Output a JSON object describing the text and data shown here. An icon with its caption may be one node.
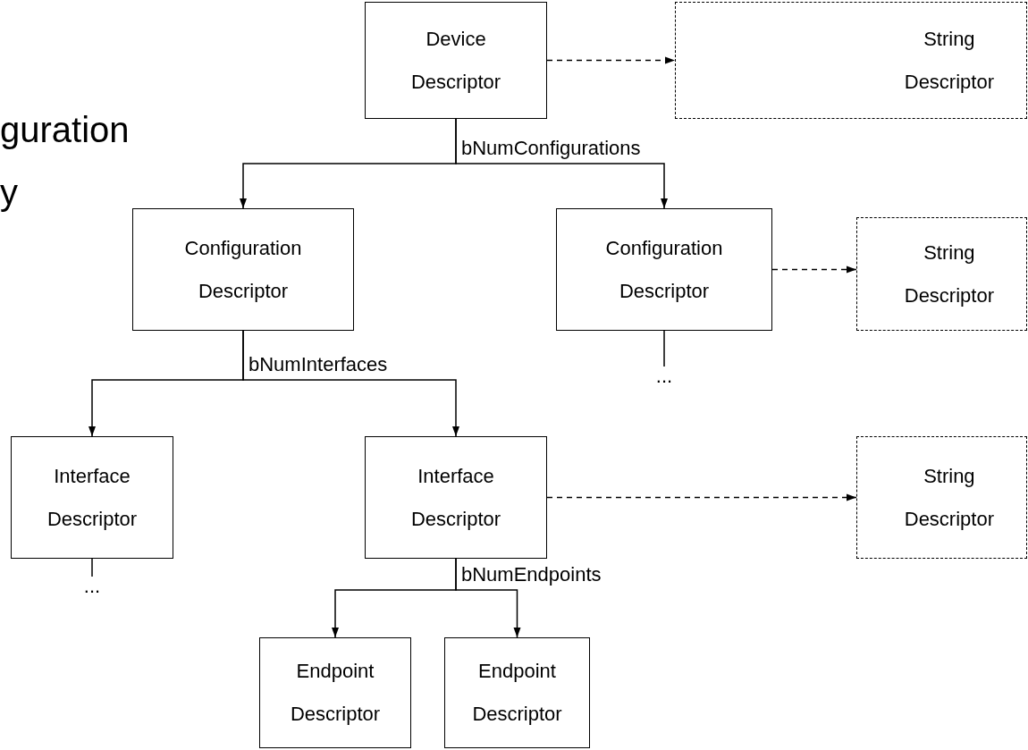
{
  "diagram": {
    "nodes": [
      {
        "text": [
          "Device Descriptor"
        ]
      },
      {
        "text": [
          "String Descriptor"
        ]
      },
      {
        "text": [
          "Configuration Descriptor"
        ]
      },
      {
        "text": [
          "Configuration Descriptor"
        ]
      },
      {
        "text": [
          "String Descriptor"
        ]
      },
      {
        "text": [
          "Interface Descriptor"
        ]
      },
      {
        "text": [
          "Interface Descriptor"
        ]
      },
      {
        "text": [
          "String Descriptor"
        ]
      },
      {
        "text": [
          "Endpoint Descriptor"
        ]
      },
      {
        "text": [
          "Endpoint Descriptor"
        ]
      },
      {
        "text": [
          "..."
        ]
      },
      {
        "text": [
          "..."
        ]
      }
    ],
    "edges": [
      {
        "from": 0,
        "to": 1,
        "arrow": "to",
        "style": "dashed"
      },
      {
        "from": 0,
        "to": 2,
        "arrow": "to",
        "label": "bNumConfigurations"
      },
      {
        "from": 0,
        "to": 3,
        "arrow": "to"
      },
      {
        "from": 3,
        "to": 4,
        "arrow": "to",
        "style": "dashed"
      },
      {
        "from": 2,
        "to": 5,
        "arrow": "to",
        "label": "bNumInterfaces"
      },
      {
        "from": 2,
        "to": 6,
        "arrow": "to"
      },
      {
        "from": 3,
        "to": 10,
        "arrow": "none"
      },
      {
        "from": 6,
        "to": 7,
        "arrow": "to",
        "style": "dashed"
      },
      {
        "from": 5,
        "to": 11,
        "arrow": "none"
      },
      {
        "from": 6,
        "to": 8,
        "arrow": "to",
        "label": "bNumEndpoints"
      },
      {
        "from": 6,
        "to": 9,
        "arrow": "to"
      }
    ],
    "labels": [
      "guration",
      "y"
    ]
  }
}
